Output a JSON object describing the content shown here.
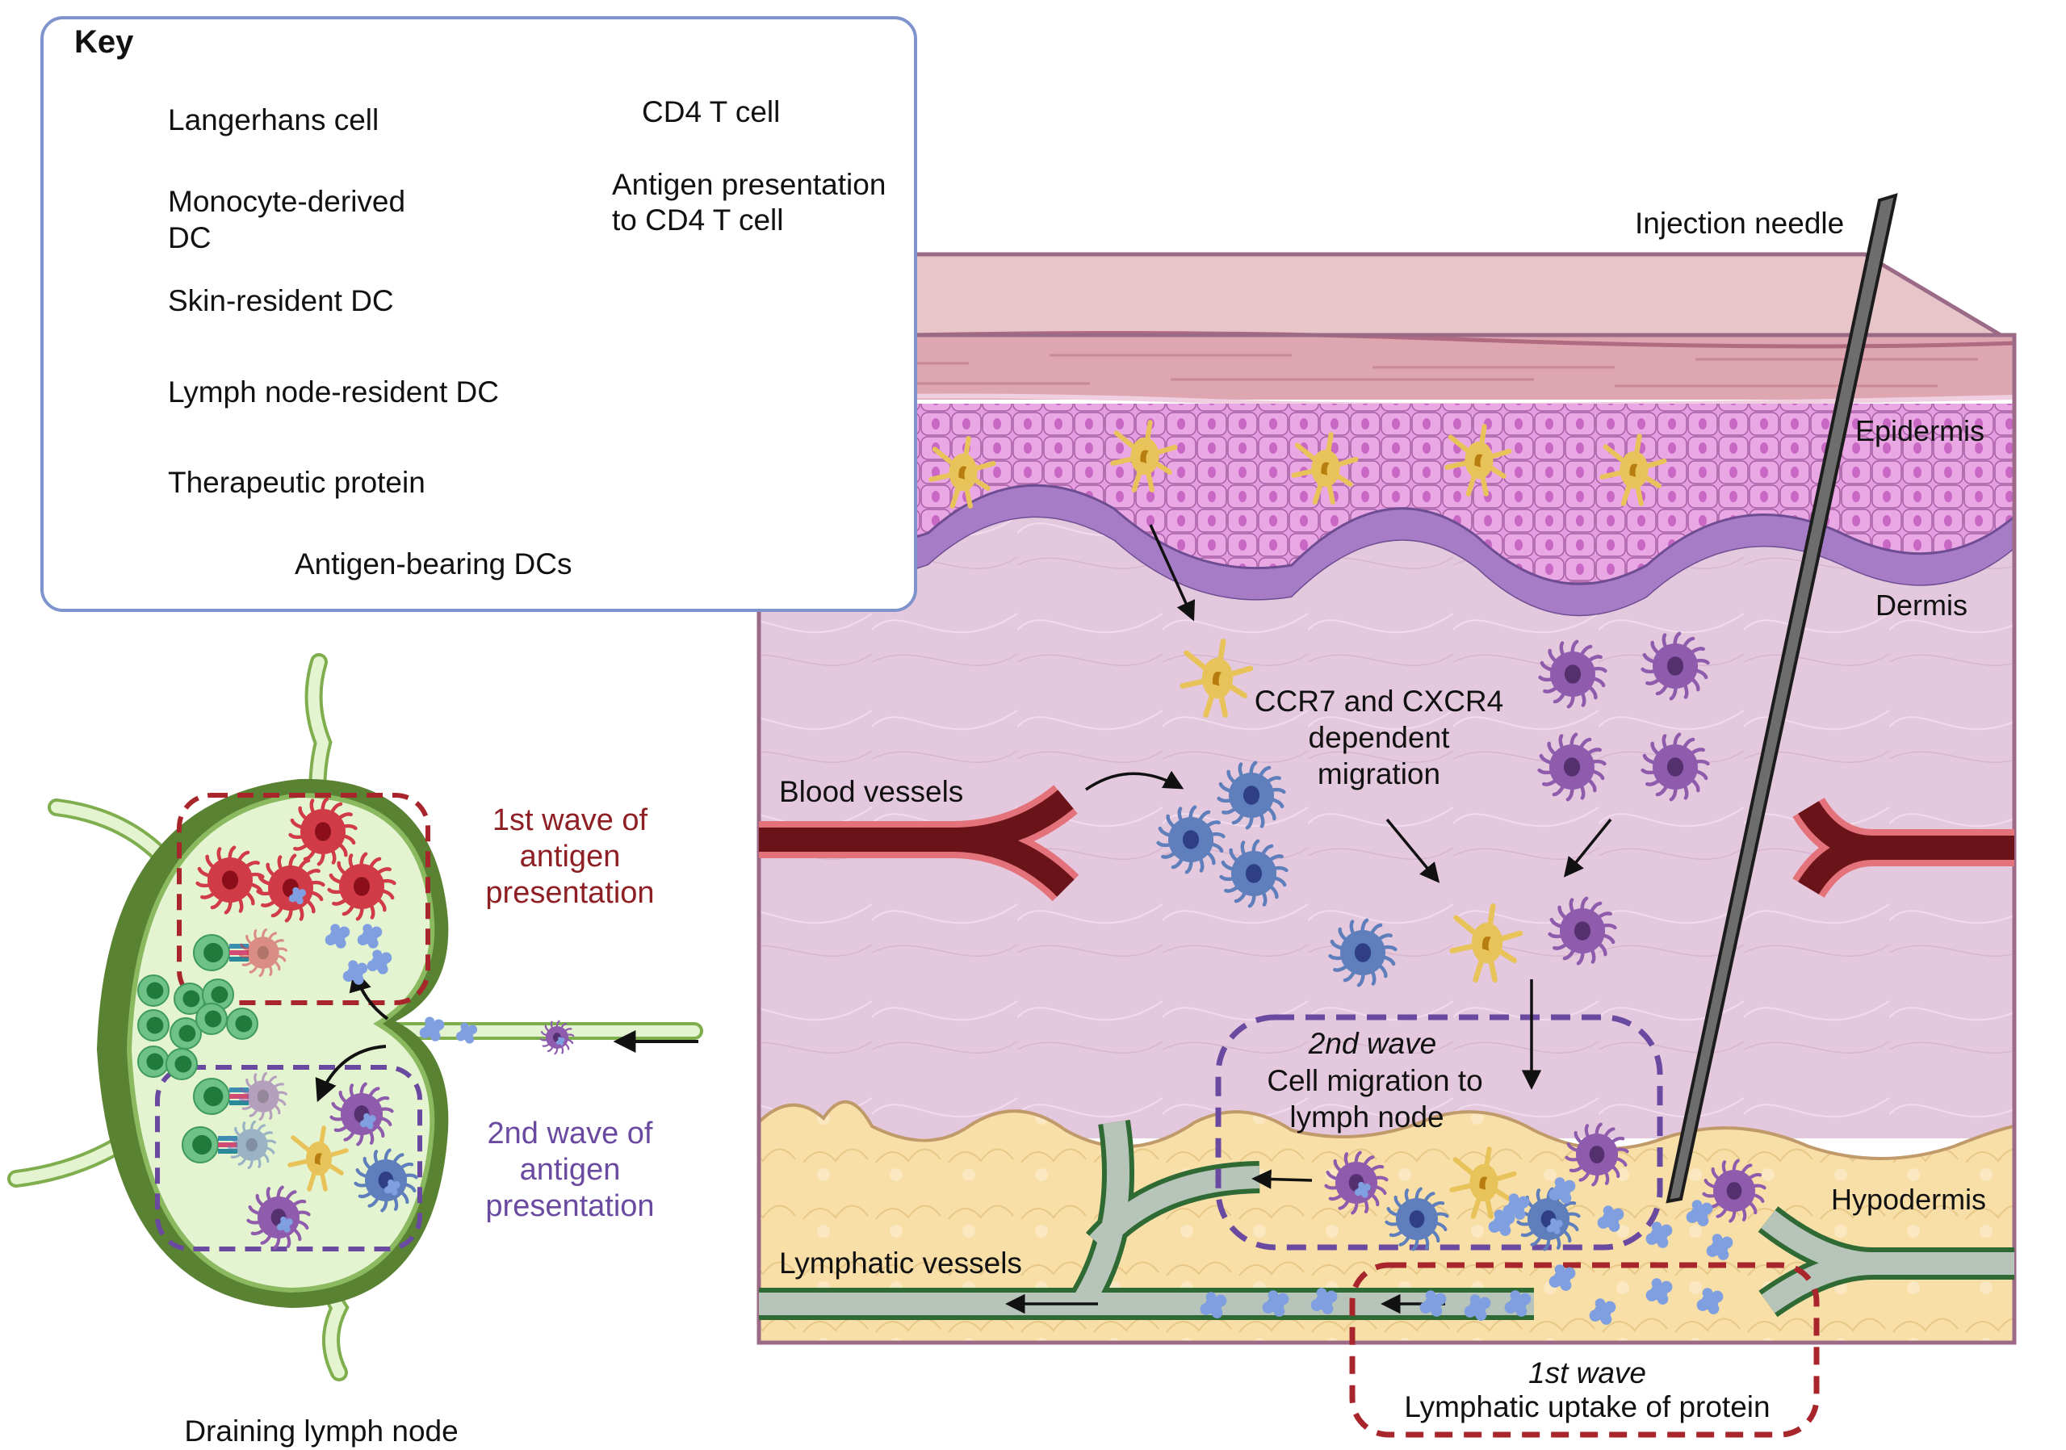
{
  "key": {
    "title": "Key",
    "items": [
      {
        "icon": "langerhans-cell-icon",
        "label": "Langerhans cell",
        "color": "#e8c35a"
      },
      {
        "icon": "monocyte-derived-dc-icon",
        "label_line1": "Monocyte-derived",
        "label_line2": "DC",
        "color": "#5e7fbb"
      },
      {
        "icon": "skin-resident-dc-icon",
        "label": "Skin-resident DC",
        "color": "#8e5bad"
      },
      {
        "icon": "lymph-node-resident-dc-icon",
        "label": "Lymph node-resident DC",
        "color": "#d13b48"
      },
      {
        "icon": "therapeutic-protein-icon",
        "label": "Therapeutic protein",
        "color": "#7f9fe0"
      },
      {
        "icon": "antigen-bearing-dcs-icon",
        "label": "Antigen-bearing DCs"
      },
      {
        "icon": "cd4-t-cell-icon",
        "label": "CD4 T cell",
        "color": "#5db578"
      },
      {
        "icon": "antigen-presentation-icon",
        "label_line1": "Antigen presentation",
        "label_line2": "to CD4 T cell"
      }
    ]
  },
  "skin": {
    "needle_label": "Injection needle",
    "layers": {
      "epidermis": "Epidermis",
      "dermis": "Dermis",
      "hypodermis": "Hypodermis"
    },
    "blood_vessels_label": "Blood vessels",
    "lymphatic_vessels_label": "Lymphatic vessels",
    "migration_label": [
      "CCR7 and CXCR4",
      "dependent",
      "migration"
    ],
    "second_wave": {
      "title": "2nd wave",
      "line1": "Cell migration to",
      "line2": "lymph node"
    },
    "first_wave": {
      "title": "1st wave",
      "line1": "Lymphatic uptake of protein"
    }
  },
  "lymph_node": {
    "caption": "Draining lymph node",
    "first_wave_label": [
      "1st wave of",
      "antigen",
      "presentation"
    ],
    "second_wave_label": [
      "2nd wave of",
      "antigen",
      "presentation"
    ]
  },
  "colors": {
    "key_border": "#7f93cc",
    "first_wave": "#a8262b",
    "second_wave": "#6a4aa0",
    "epidermis": "#d98ad6",
    "dermis": "#e4c8dd",
    "hypodermis": "#f8dfa8",
    "stratum_corneum": "#e8c5c8",
    "lymphatic": "#b7c4b9",
    "lymphatic_wall": "#2f6a35",
    "blood_vessel": "#6a1419",
    "node_capsule": "#5a8233",
    "node_inner": "#e4f3d0"
  }
}
